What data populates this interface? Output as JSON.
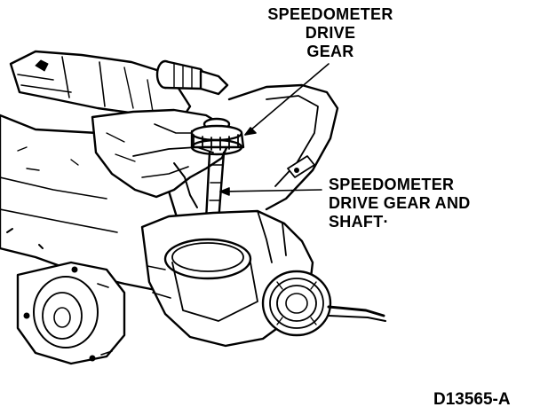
{
  "labels": {
    "drive_gear": [
      "SPEEDOMETER",
      "DRIVE",
      "GEAR"
    ],
    "drive_gear_and_shaft": [
      "SPEEDOMETER",
      "DRIVE GEAR AND",
      "SHAFT·"
    ]
  },
  "figure_id": "D13565-A"
}
